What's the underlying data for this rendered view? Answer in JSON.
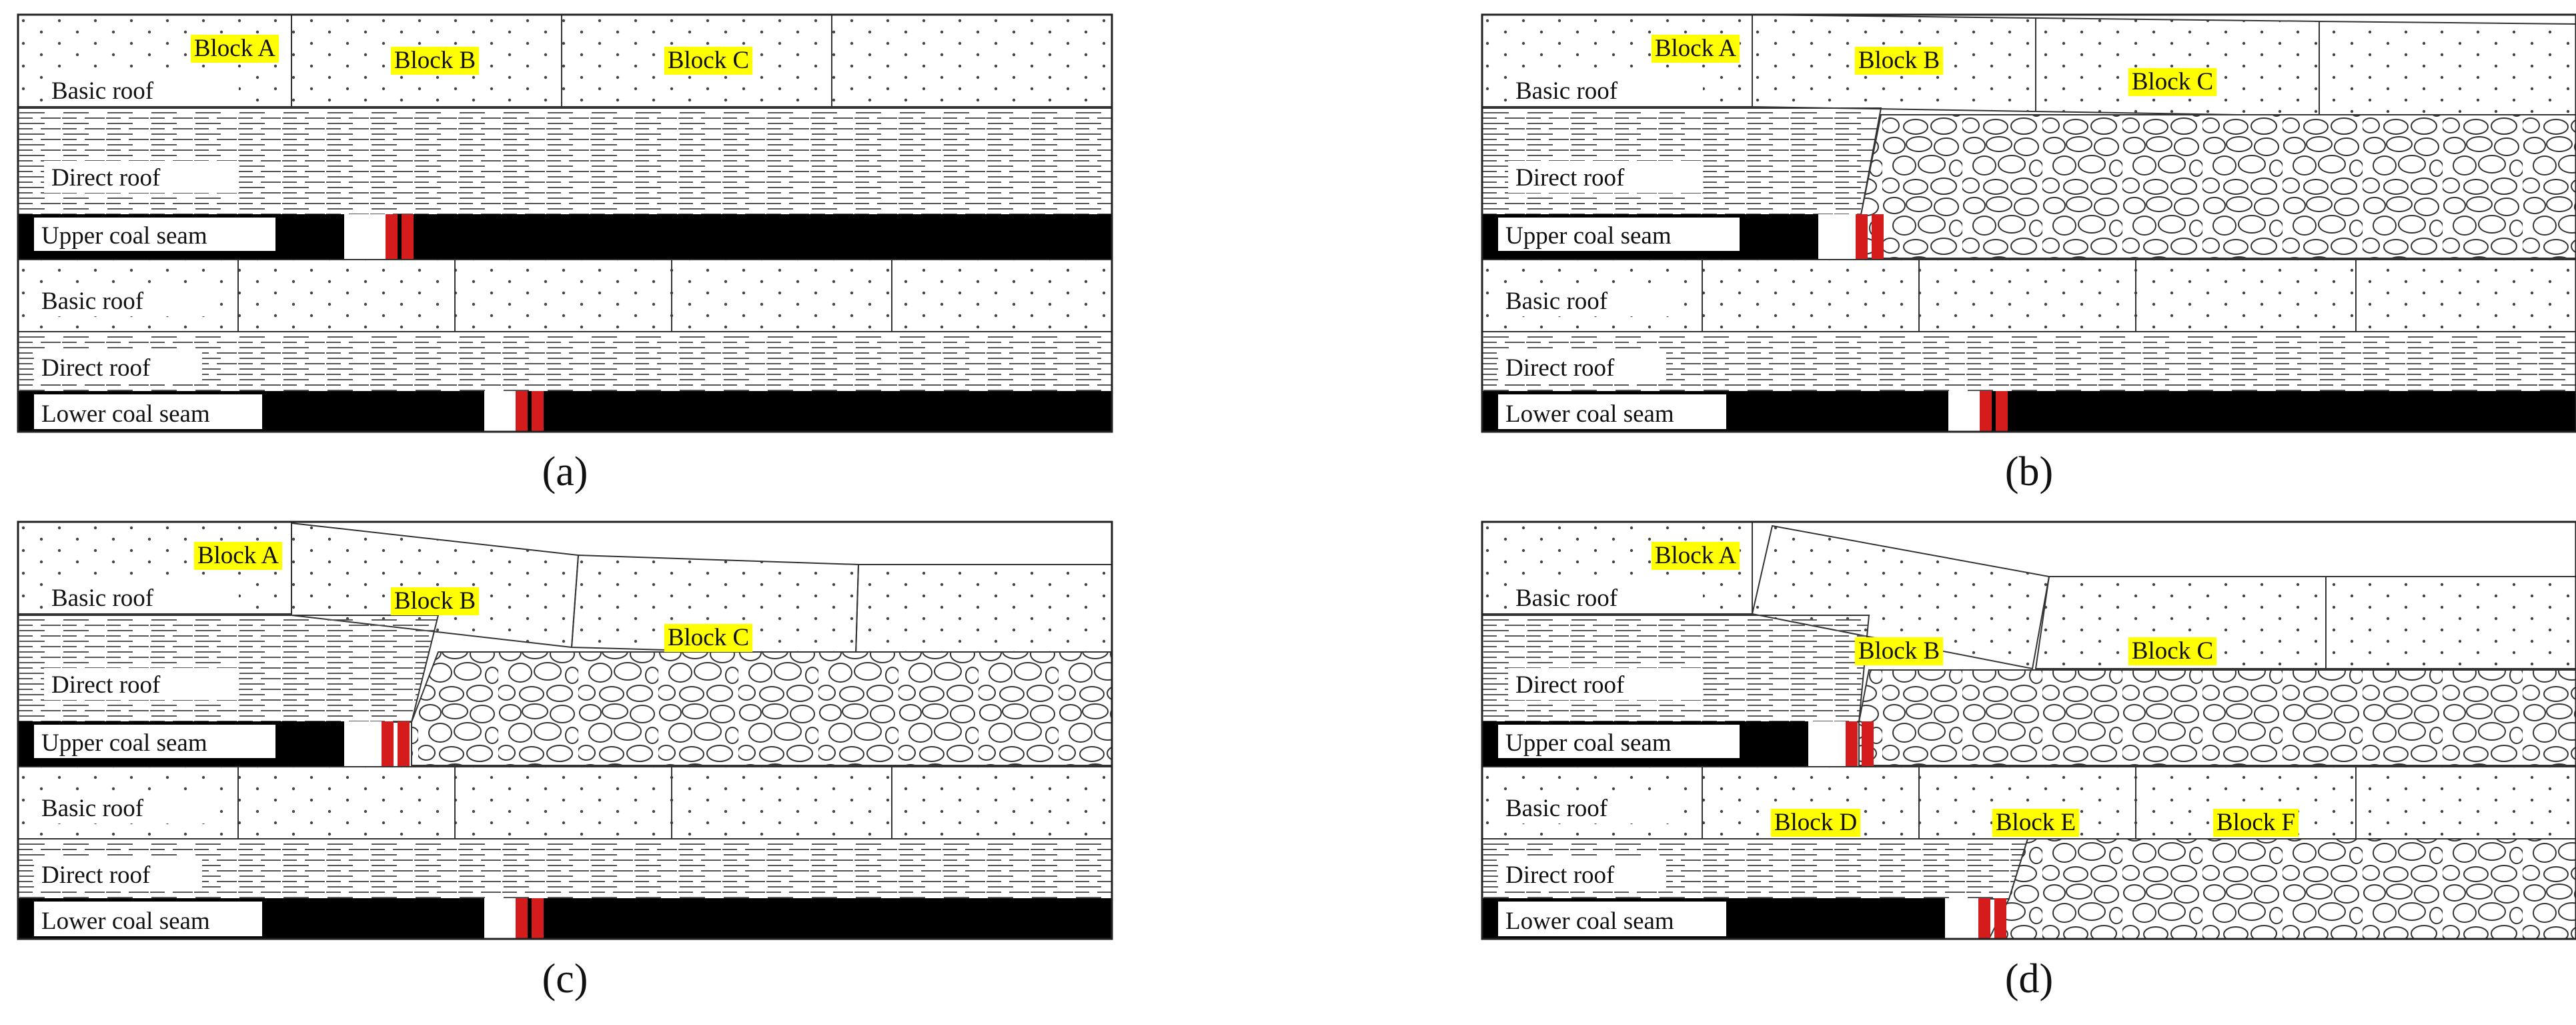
{
  "panels": [
    {
      "id": "a",
      "caption": "(a)",
      "blocks": [
        "Block A",
        "Block B",
        "Block C"
      ],
      "layers": [
        "Basic roof",
        "Direct roof",
        "Upper coal seam",
        "Basic roof",
        "Direct roof",
        "Lower coal seam"
      ]
    },
    {
      "id": "b",
      "caption": "(b)",
      "blocks": [
        "Block A",
        "Block B",
        "Block C"
      ],
      "layers": [
        "Basic roof",
        "Direct roof",
        "Upper coal seam",
        "Basic roof",
        "Direct roof",
        "Lower coal seam"
      ]
    },
    {
      "id": "c",
      "caption": "(c)",
      "blocks": [
        "Block A",
        "Block B",
        "Block C"
      ],
      "layers": [
        "Basic roof",
        "Direct roof",
        "Upper coal seam",
        "Basic roof",
        "Direct roof",
        "Lower coal seam"
      ]
    },
    {
      "id": "d",
      "caption": "(d)",
      "blocks": [
        "Block A",
        "Block B",
        "Block C",
        "Block D",
        "Block E",
        "Block F"
      ],
      "layers": [
        "Basic roof",
        "Direct roof",
        "Upper coal seam",
        "Basic roof",
        "Direct roof",
        "Lower coal seam"
      ]
    }
  ],
  "colors": {
    "coal": "#000000",
    "support": "#d41c1c",
    "highlight": "#ffff00",
    "line": "#333333"
  }
}
